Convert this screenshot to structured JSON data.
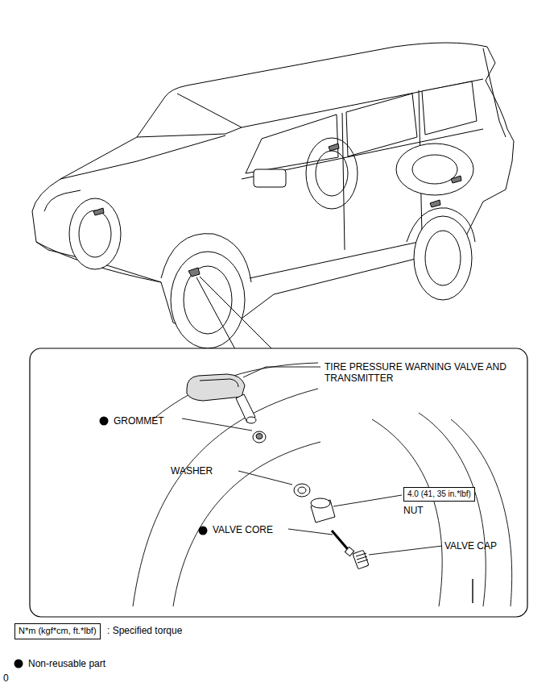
{
  "diagram": {
    "nodes": [
      {
        "text": [
          "4.0 (41, 35 in.*lbf)"
        ]
      },
      {
        "text": [
          "N*m (kgf*cm, ft.*lbf)"
        ]
      }
    ],
    "labels": [
      "TIRE PRESSURE WARNING VALVE AND TRANSMITTER",
      "GROMMET",
      "WASHER",
      "NUT",
      "VALVE CORE",
      "VALVE CAP",
      "0"
    ],
    "legend": [
      {
        "text": ": Specified torque"
      },
      {
        "text": "Non-reusable part"
      }
    ]
  }
}
